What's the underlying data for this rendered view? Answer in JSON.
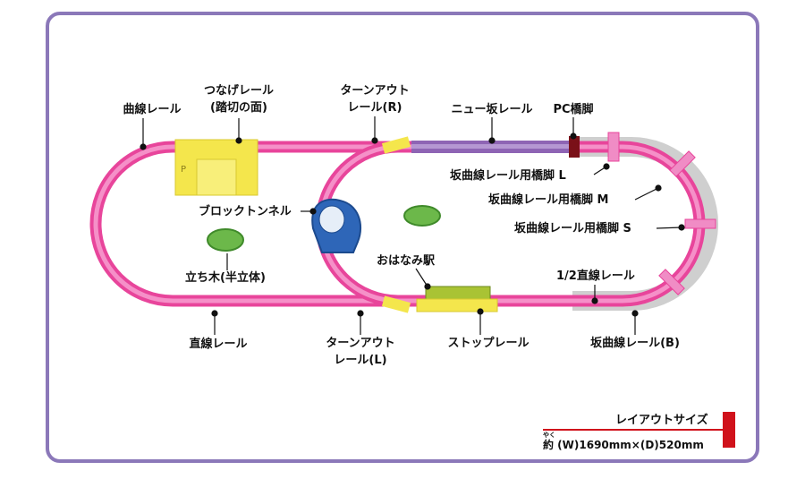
{
  "colors": {
    "frame": "#8b78b9",
    "rail": "#e8459b",
    "rail_light": "#f08cc5",
    "slope": "#8e64b4",
    "yellow": "#f4e64c",
    "tree": "#6cb84a",
    "tunnel": "#2e66b8",
    "accent_red": "#d0121b"
  },
  "labels": {
    "curve_rail": "曲線レール",
    "connect_rail_1": "つなげレール",
    "connect_rail_2": "(踏切の面)",
    "turnout_r_1": "ターンアウト",
    "turnout_r_2": "レール(R)",
    "new_slope_rail": "ニュー坂レール",
    "pc_pier": "PC橋脚",
    "slope_pier_l": "坂曲線レール用橋脚 L",
    "slope_pier_m": "坂曲線レール用橋脚 M",
    "slope_pier_s": "坂曲線レール用橋脚 S",
    "block_tunnel": "ブロックトンネル",
    "station": "おはなみ駅",
    "tree": "立ち木(半立体)",
    "half_straight": "1/2直線レール",
    "straight_rail": "直線レール",
    "turnout_l_1": "ターンアウト",
    "turnout_l_2": "レール(L)",
    "stop_rail": "ストップレール",
    "slope_curve_b": "坂曲線レール(B)"
  },
  "layout_size": {
    "title": "レイアウトサイズ",
    "furigana": "やく",
    "value": "約 (W)1690mm×(D)520mm"
  }
}
